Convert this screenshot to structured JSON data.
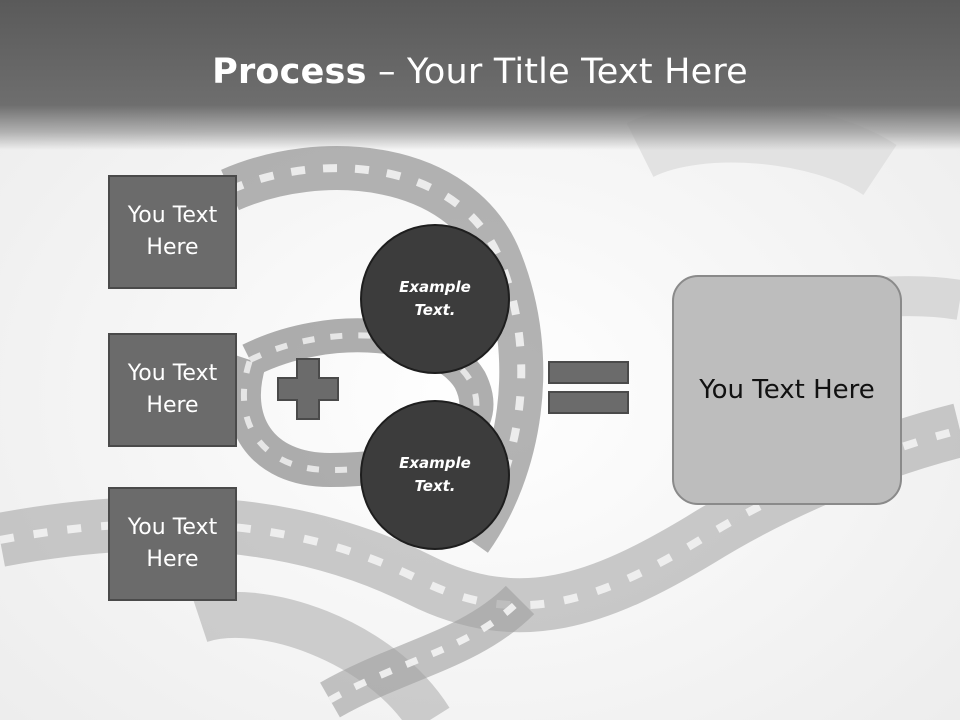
{
  "slide": {
    "title_bold": "Process",
    "title_rest": " – Your Title Text Here",
    "boxes": [
      {
        "label": "You Text Here"
      },
      {
        "label": "You Text Here"
      },
      {
        "label": "You Text Here"
      }
    ],
    "circles": [
      {
        "label": "Example Text."
      },
      {
        "label": "Example Text."
      }
    ],
    "result_label": "You Text Here",
    "colors": {
      "title_bar": "#5a5a5a",
      "box_fill": "#6b6b6b",
      "circle_fill": "#3c3c3c",
      "result_fill": "#bdbdbd",
      "background": "#f4f4f4"
    },
    "icons": {
      "plus": "plus-icon",
      "equals": "equals-icon",
      "background": "film-strip-icon"
    }
  }
}
